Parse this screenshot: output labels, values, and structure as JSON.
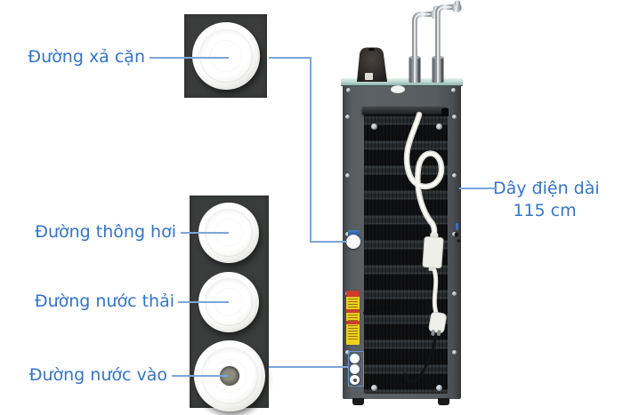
{
  "scene": {
    "description_colors": {
      "background": "#ffffff",
      "annotation_text": "#3474c6",
      "connector_line": "#7ba6d8",
      "callout_background": "#3a3d3c",
      "machine_body": "#565c60",
      "condenser_grille": "#1b1d1e",
      "warning_label_yellow": "#f0d01c",
      "inlet_outline_blue": "#6d97cc"
    }
  },
  "annotations": {
    "drain": {
      "label": "Đường xả cặn"
    },
    "vent": {
      "label": "Đường thông hơi"
    },
    "waste_water": {
      "label": "Đường nước thải"
    },
    "water_inlet": {
      "label": "Đường nước vào"
    },
    "power_cord": {
      "label_line1": "Dây điện dài",
      "label_line2": "115 cm"
    }
  }
}
